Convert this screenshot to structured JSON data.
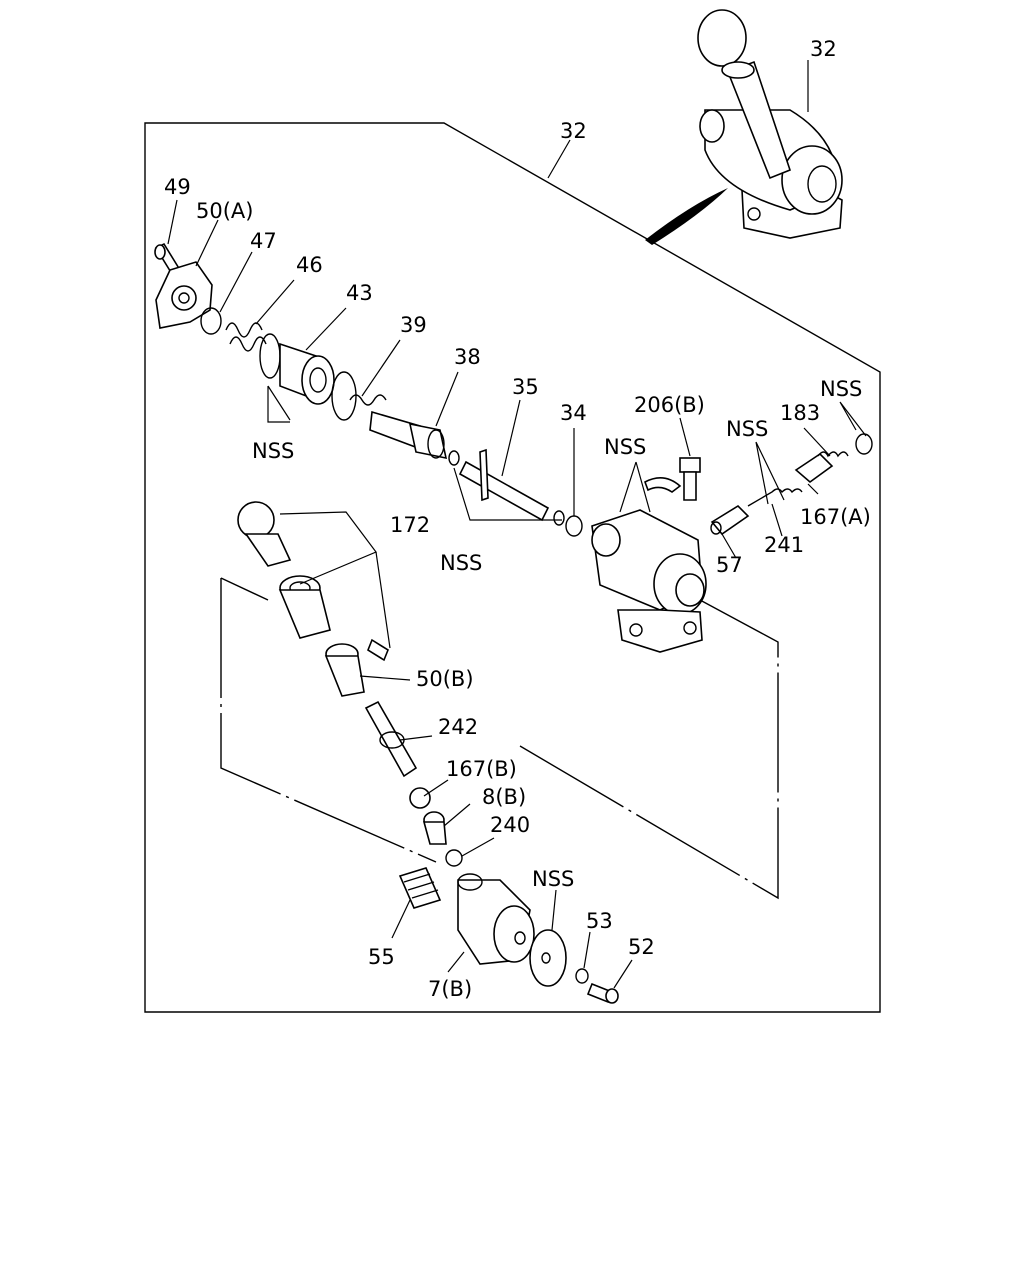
{
  "labels": {
    "p32_top": "32",
    "p32_frame": "32",
    "p49": "49",
    "p50a": "50(A)",
    "p47": "47",
    "p46": "46",
    "p43": "43",
    "p39": "39",
    "p38": "38",
    "p35": "35",
    "p34": "34",
    "p206b": "206(B)",
    "nss_mid": "NSS",
    "nss_right": "NSS",
    "p183": "183",
    "nss_far": "NSS",
    "nss_left": "NSS",
    "p172": "172",
    "nss_center": "NSS",
    "p167a": "167(A)",
    "p57": "57",
    "p241": "241",
    "p50b": "50(B)",
    "p242": "242",
    "p167b": "167(B)",
    "p8b": "8(B)",
    "p240": "240",
    "nss_bottom": "NSS",
    "p53": "53",
    "p52": "52",
    "p55": "55",
    "p7b": "7(B)"
  }
}
